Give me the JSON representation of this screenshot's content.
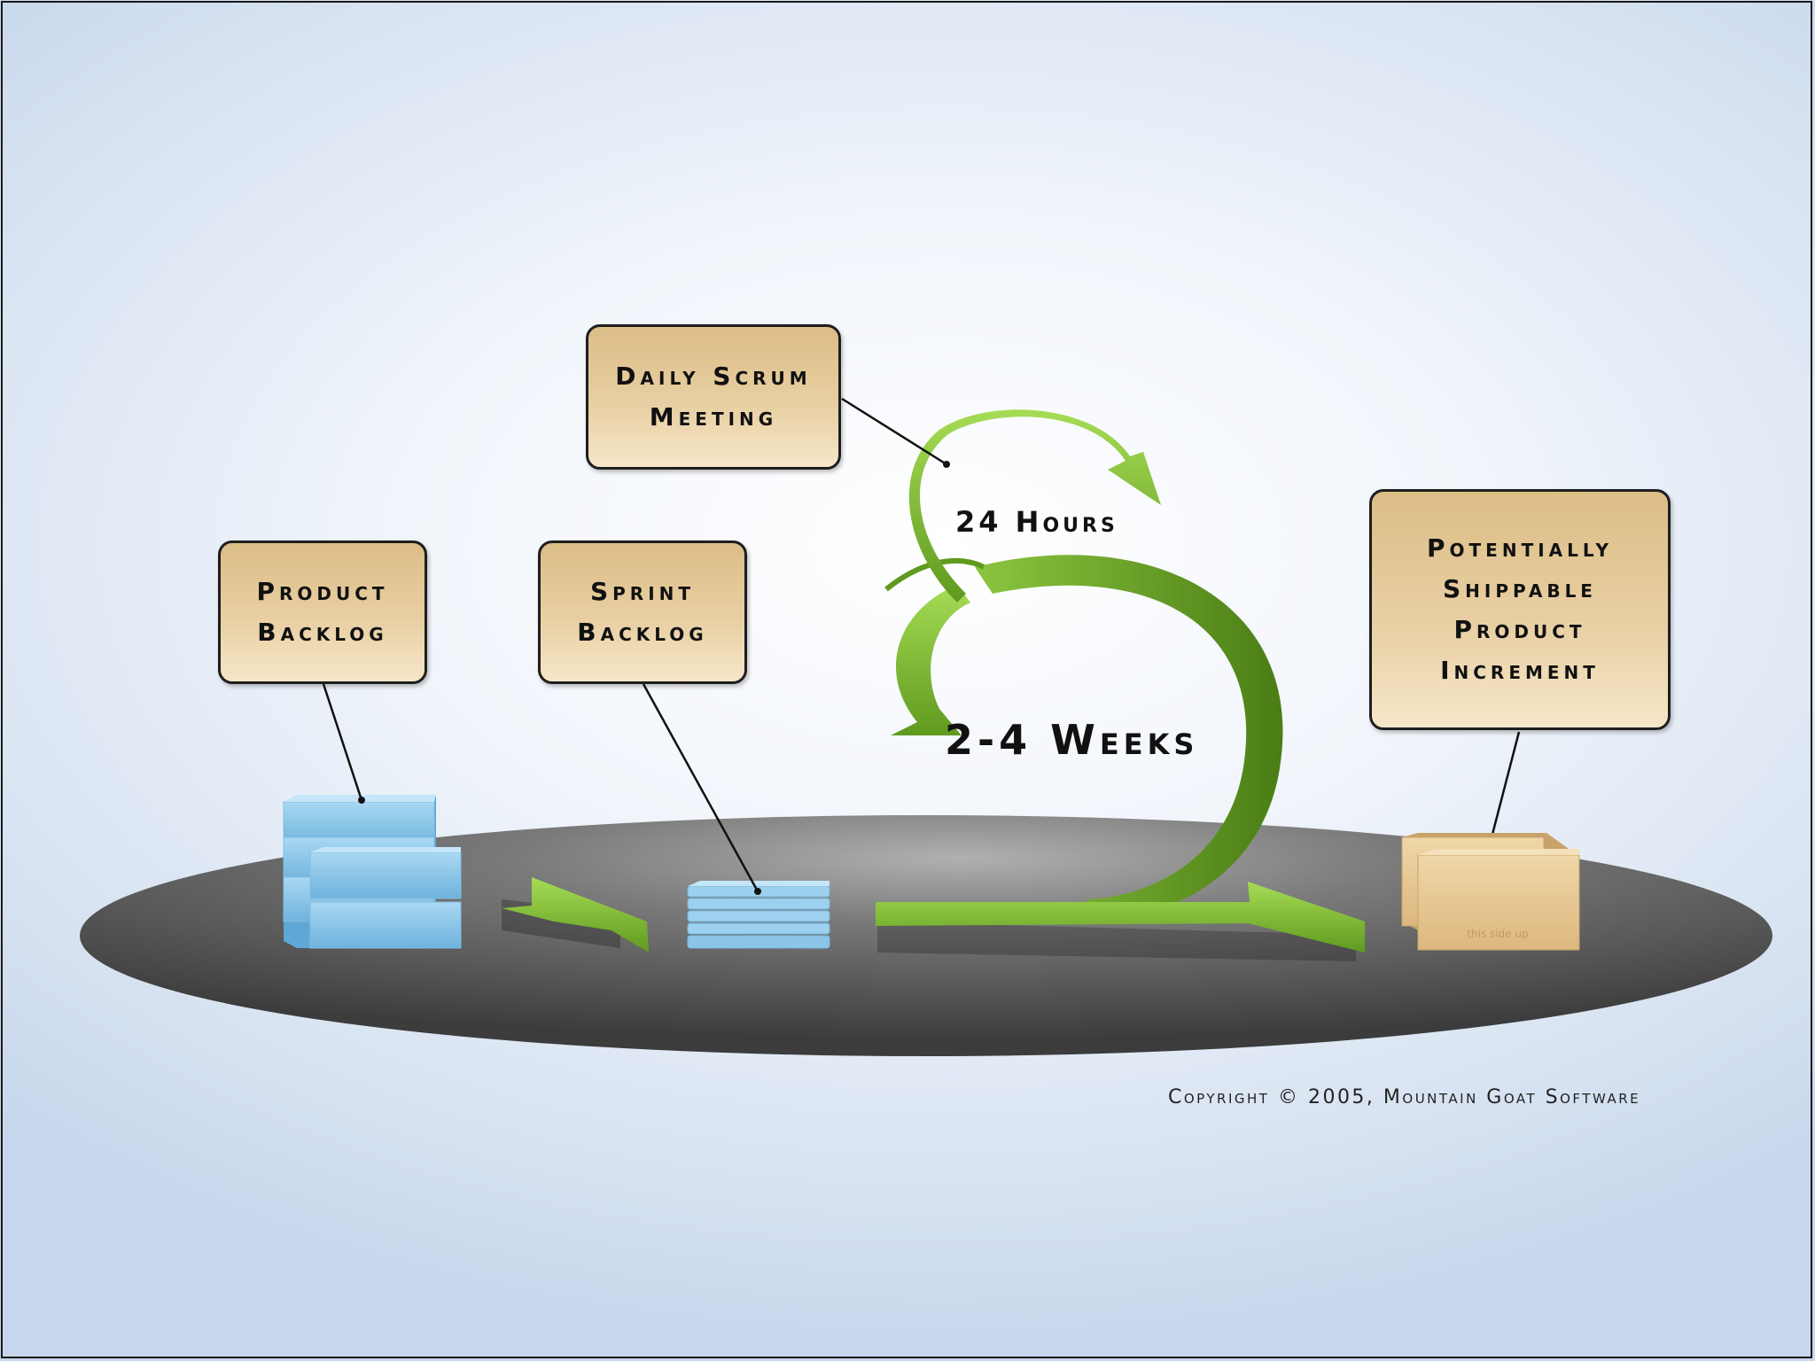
{
  "callouts": {
    "daily_scrum": {
      "line1": "Daily Scrum",
      "line2": "Meeting"
    },
    "product_backlog": {
      "line1": "Product",
      "line2": "Backlog"
    },
    "sprint_backlog": {
      "line1": "Sprint",
      "line2": "Backlog"
    },
    "increment": {
      "line1": "Potentially",
      "line2": "Shippable",
      "line3": "Product",
      "line4": "Increment"
    }
  },
  "cycle_labels": {
    "daily": "24 Hours",
    "sprint": "2-4 Weeks"
  },
  "box_stamp": "this side up",
  "copyright": "Copyright © 2005, Mountain Goat Software",
  "colors": {
    "platform": "#5a5a5a",
    "arrow_green": "#7cba2e",
    "backlog_blue": "#8fc9ea",
    "callout_tan": "#e8cfa3",
    "box_tan": "#e7c895"
  }
}
